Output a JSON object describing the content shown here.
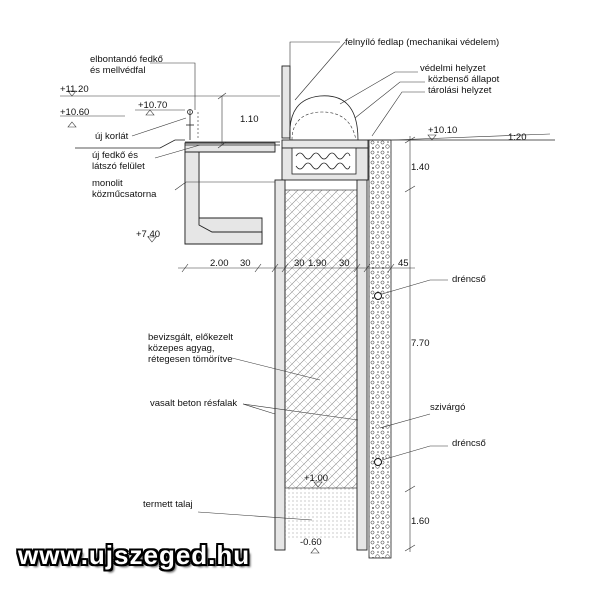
{
  "labels": {
    "felnyilo": "felnyíló fedlap (mechanikai védelem)",
    "elbontando_1": "elbontandó fedkő",
    "elbontando_2": "és mellvédfal",
    "vedelmi": "védelmi helyzet",
    "kozbenso": "közbenső állapot",
    "tarolasi": "tárolási helyzet",
    "uj_korlat": "új korlát",
    "uj_fedko_1": "új fedkő és",
    "uj_fedko_2": "látszó felület",
    "monolit_1": "monolit",
    "monolit_2": "közműcsatorna",
    "drencso_1": "dréncső",
    "drencso_2": "dréncső",
    "bevizsgalt_1": "bevizsgált, előkezelt",
    "bevizsgalt_2": "közepes agyag,",
    "bevizsgalt_3": "rétegesen tömörítve",
    "vasalt": "vasalt beton résfalak",
    "szivargo": "szivárgó",
    "termett": "termett talaj"
  },
  "levels": {
    "l1120": "+11.20",
    "l1060": "+10.60",
    "l1070": "+10.70",
    "l1010": "+10.10",
    "l740": "+7.40",
    "l100": "+1.00",
    "lm060": "-0.60"
  },
  "dimensions": {
    "d110": "1.10",
    "slope": "1:20",
    "d140": "1.40",
    "d770": "7.70",
    "d160": "1.60",
    "d200": "2.00",
    "d30a": "30",
    "d30b": "30",
    "d190": "1.90",
    "d30c": "30",
    "d45": "45"
  },
  "watermark": "www.ujszeged.hu",
  "colors": {
    "line": "#222222",
    "concrete": "#e6e6e6",
    "watermark_outline": "#000000"
  }
}
